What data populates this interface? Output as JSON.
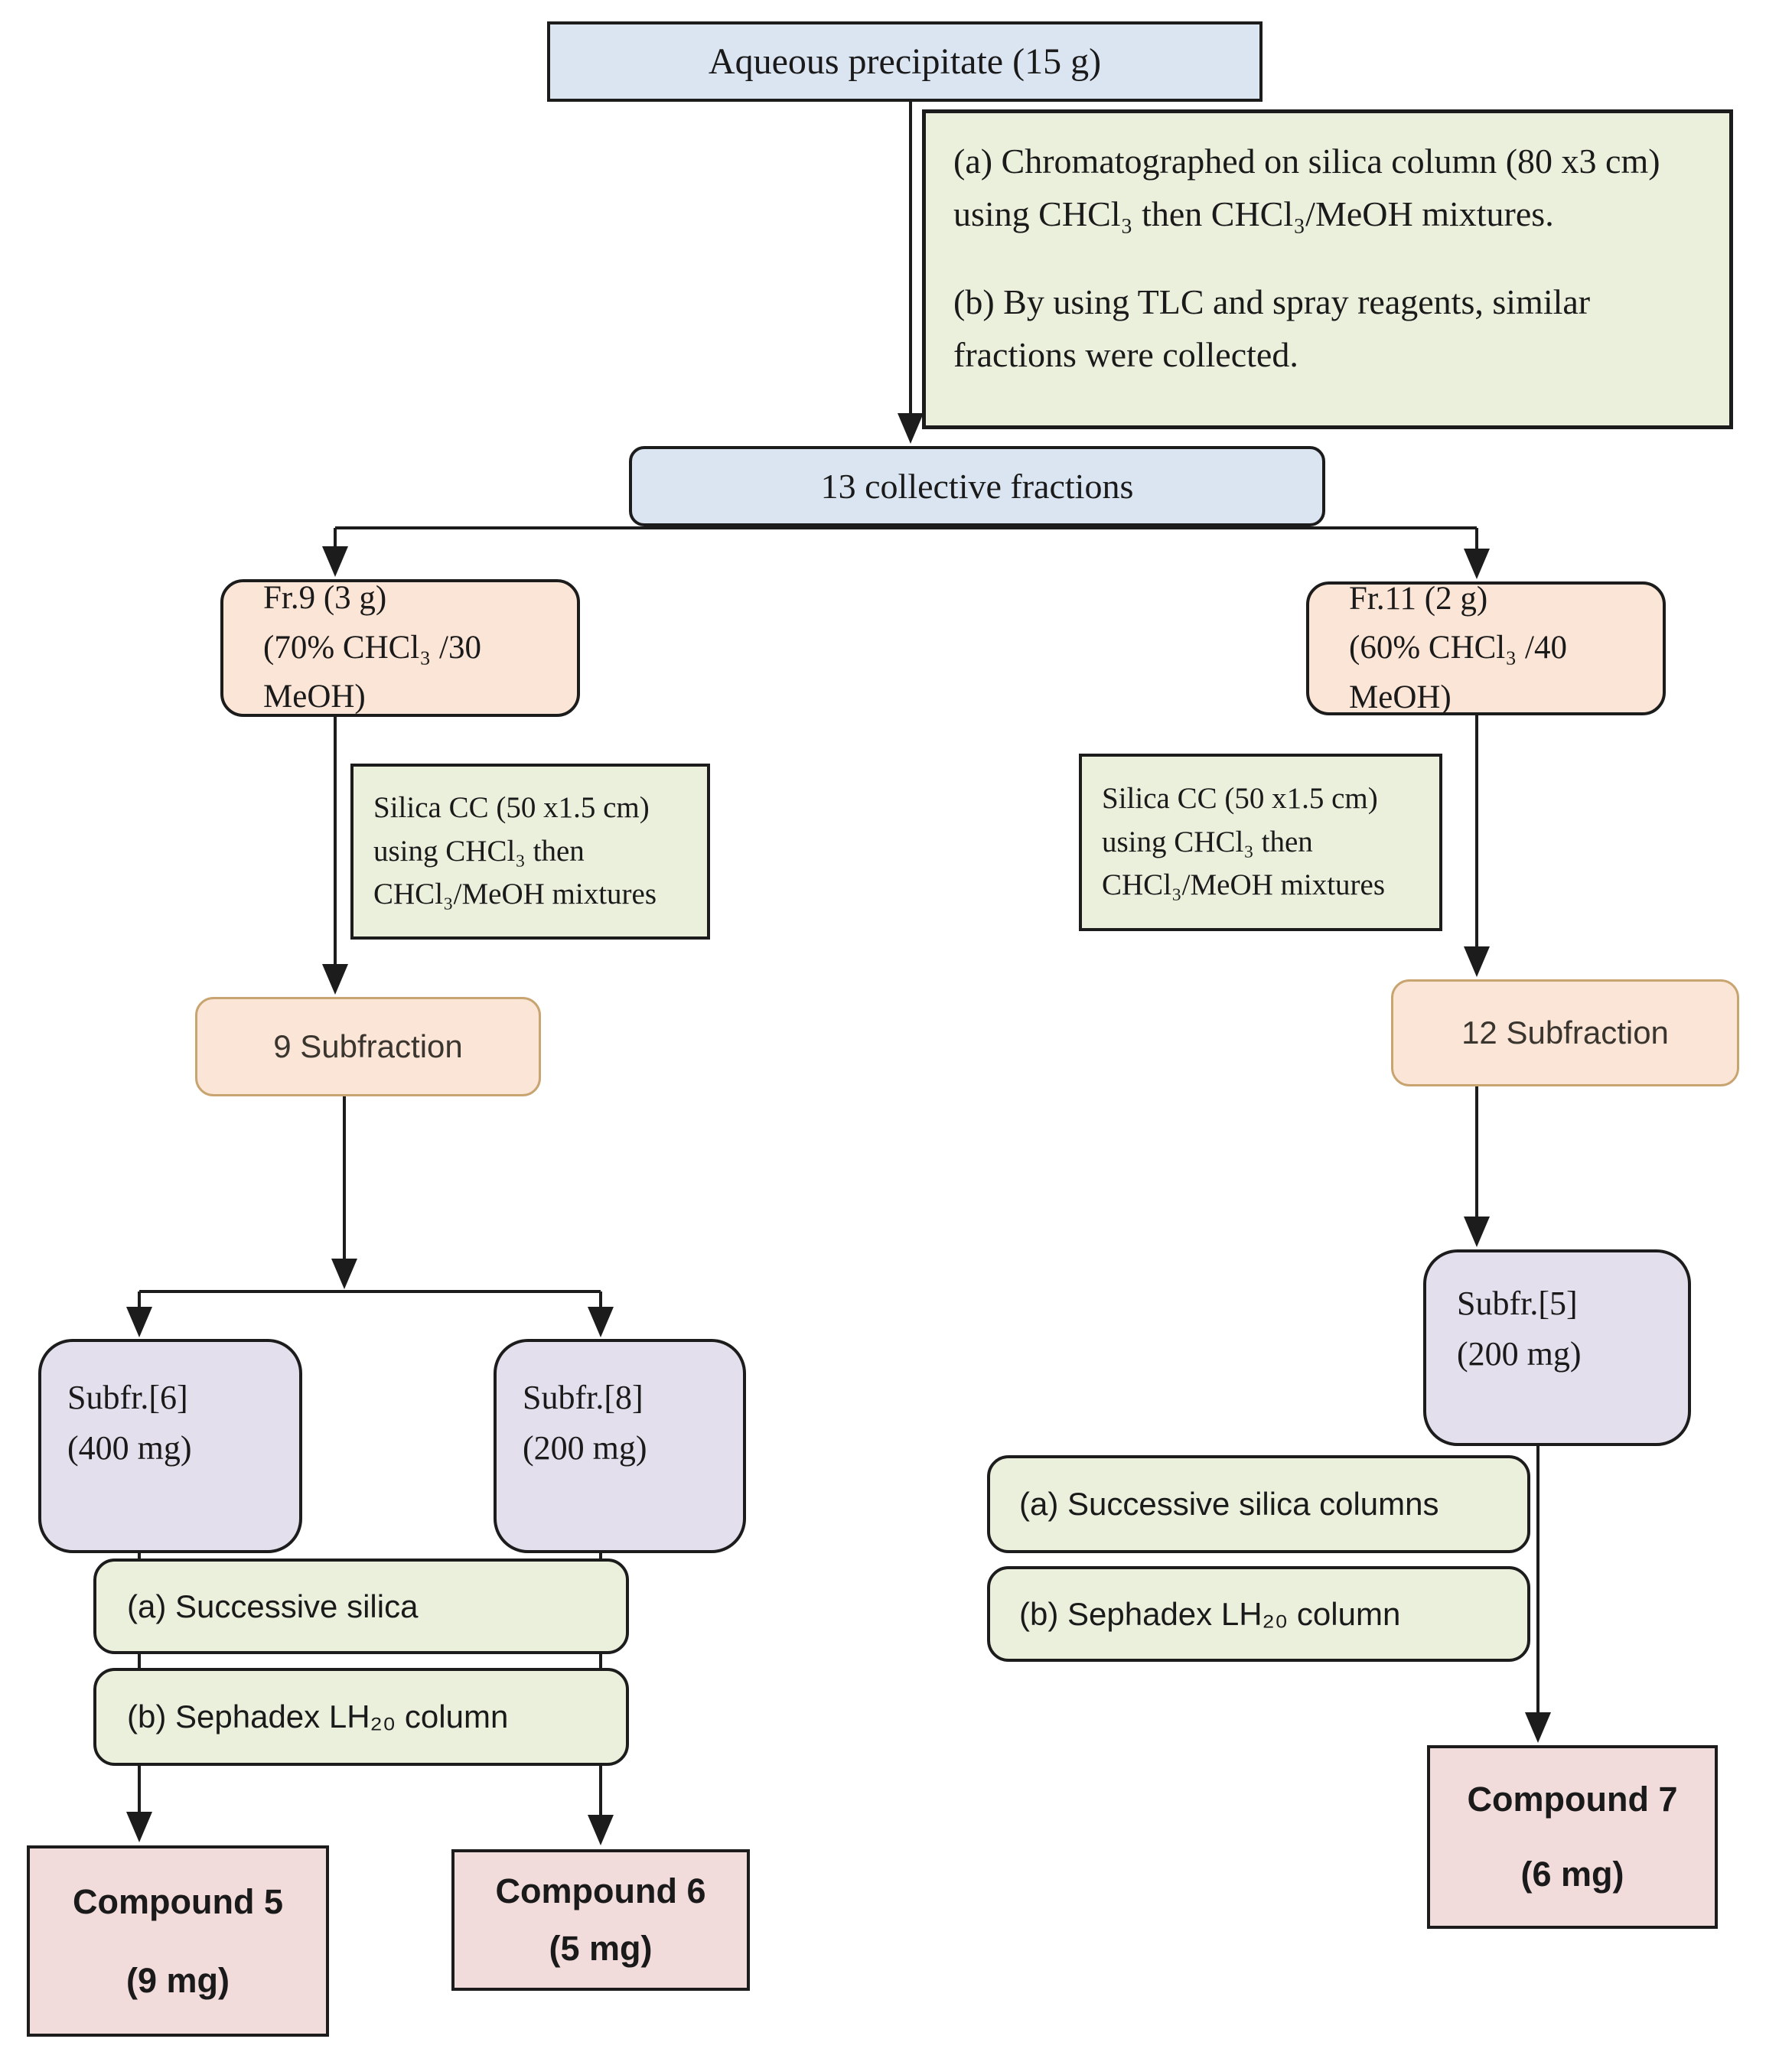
{
  "flowchart": {
    "root": {
      "label": "Aqueous precipitate (15 g)"
    },
    "protocol": {
      "step_a": "(a) Chromatographed on silica column (80 x3 cm) using CHCl₃ then CHCl₃/MeOH mixtures.",
      "step_b": "(b) By using TLC and spray reagents, similar fractions were collected."
    },
    "collective_fractions": {
      "label": "13 collective fractions"
    },
    "left_branch": {
      "fraction": {
        "name": "Fr.9 (3 g)",
        "solvent": "(70% CHCl₃ /30 MeOH)"
      },
      "silica_cc": {
        "line1": "Silica CC (50 x1.5 cm)",
        "line2": "using CHCl₃ then",
        "line3": "CHCl₃/MeOH mixtures"
      },
      "subfractions": {
        "label": "9 Subfraction"
      },
      "subfr6": {
        "name": "Subfr.[6]",
        "mass": "(400 mg)"
      },
      "subfr8": {
        "name": "Subfr.[8]",
        "mass": "(200 mg)"
      },
      "step_a": "(a) Successive silica",
      "step_b": "(b) Sephadex LH₂₀ column",
      "compound5": {
        "name": "Compound 5",
        "mass": "(9 mg)"
      },
      "compound6": {
        "name": "Compound 6",
        "mass": "(5 mg)"
      }
    },
    "right_branch": {
      "fraction": {
        "name": "Fr.11 (2 g)",
        "solvent": "(60% CHCl₃ /40 MeOH)"
      },
      "silica_cc": {
        "line1": "Silica CC (50 x1.5 cm)",
        "line2": "using CHCl₃ then",
        "line3": "CHCl₃/MeOH mixtures"
      },
      "subfractions": {
        "label": "12 Subfraction"
      },
      "subfr5": {
        "name": "Subfr.[5]",
        "mass": "(200 mg)"
      },
      "step_a": "(a) Successive silica columns",
      "step_b": "(b) Sephadex LH₂₀ column",
      "compound7": {
        "name": "Compound 7",
        "mass": "(6 mg)"
      }
    },
    "colors": {
      "node_blue": "#dbe5f1",
      "node_green": "#ebf0dd",
      "node_peach": "#fbe5d6",
      "node_lavender": "#e4dfec",
      "node_pink": "#f2dbdb",
      "line": "#1c1c1c",
      "tan_border": "#c8a471"
    }
  }
}
